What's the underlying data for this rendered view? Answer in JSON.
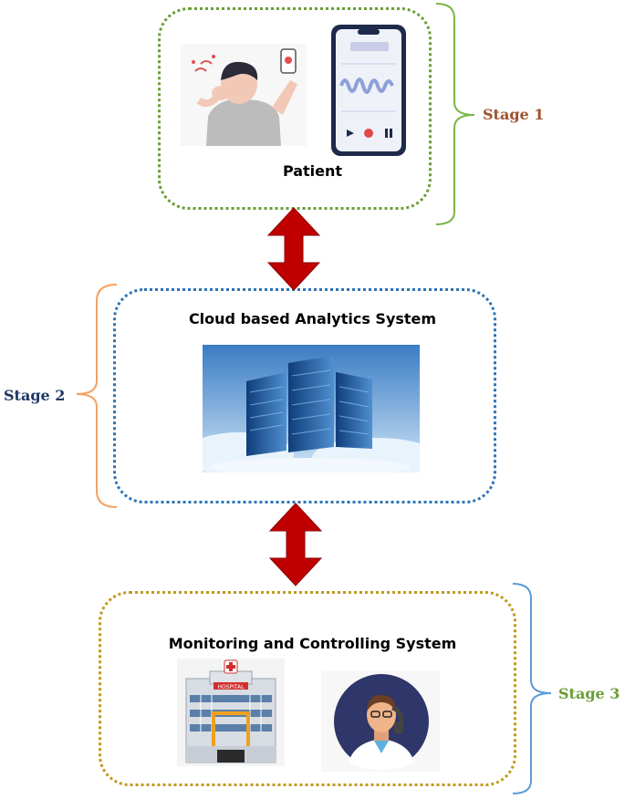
{
  "stages": [
    {
      "label": "Stage 1",
      "title": "Patient",
      "color": "#a0522d",
      "box_color": "#6a9e35",
      "bracket_color": "#7ab648"
    },
    {
      "label": "Stage 2",
      "title": "Cloud based Analytics System",
      "color": "#1f3864",
      "box_color": "#2e74b5",
      "bracket_color": "#f4a261"
    },
    {
      "label": "Stage 3",
      "title": "Monitoring and Controlling System",
      "color": "#6a9e35",
      "box_color": "#c09a1e",
      "bracket_color": "#5b9bd5"
    }
  ],
  "images": {
    "patient": "patient-with-headache-icon",
    "phone": "voice-recorder-phone-icon",
    "servers": "cloud-server-icon",
    "hospital": "hospital-building-icon",
    "doctor": "doctor-on-phone-icon",
    "hospital_sign": "HOSPITAL"
  },
  "arrow_color": "#c00000"
}
